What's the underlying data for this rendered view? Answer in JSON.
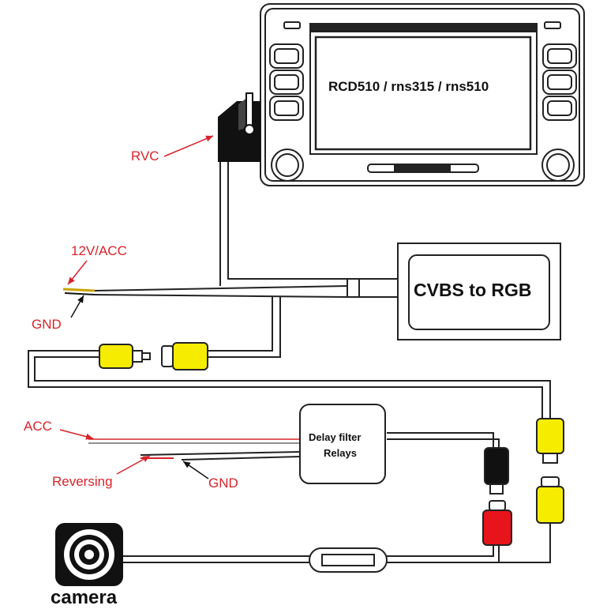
{
  "head_unit": {
    "model_label": "RCD510 / rns315 / rns510"
  },
  "converter": {
    "label": "CVBS to RGB"
  },
  "relay_box": {
    "line1": "Delay filter",
    "line2": "Relays"
  },
  "labels": {
    "rvc": "RVC",
    "power_12v": "12V/ACC",
    "gnd_top": "GND",
    "acc": "ACC",
    "reversing": "Reversing",
    "gnd_bottom": "GND",
    "camera": "camera"
  },
  "colors": {
    "annotation_red": "#d8232a",
    "rca_yellow": "#f5ec00",
    "rca_red": "#e8141c",
    "rca_black": "#111111",
    "wire_outline": "#222222"
  }
}
